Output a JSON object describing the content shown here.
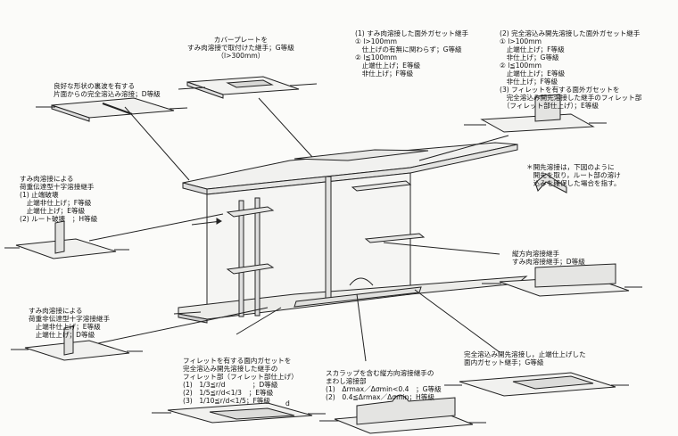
{
  "labels": {
    "cover_plate": [
      "カバープレートを",
      "すみ肉溶接で取付けた継手；G等級",
      "（l>300mm）"
    ],
    "backing_weld": [
      "良好な形状の裏波を有する",
      "片面からの完全溶込み溶接；D等級"
    ],
    "gusset_fillet": [
      "(1) すみ肉溶接した面外ガセット継手",
      "① l>100mm",
      "　仕上げの有無に関わらず；G等級",
      "② l≦100mm",
      "　止端仕上げ；E等級",
      "　非仕上げ；F等級"
    ],
    "gusset_groove": [
      "(2) 完全溶込み開先溶接した面外ガセット継手",
      "① l>100mm",
      "　止端仕上げ；F等級",
      "　非仕上げ；G等級",
      "② l≦100mm",
      "　止端仕上げ；E等級",
      "　非仕上げ；F等級",
      "(3) フィレットを有する面外ガセットを",
      "　完全溶込み開先溶接した継手のフィレット部",
      "　（フィレット部仕上げ）；E等級"
    ],
    "groove_note": [
      "＊開先溶接は，下図のように",
      "　開先を取り，ルート部の溶け",
      "　込みを確保した場合を指す。"
    ],
    "cruciform_load": [
      "すみ肉溶接による",
      "荷重伝達型十字溶接継手",
      "(1) 止端破壊",
      "　止端非仕上げ；F等級",
      "　止端仕上げ；E等級",
      "(2) ルート破壊　；H等級"
    ],
    "cruciform_nonload": [
      "すみ肉溶接による",
      "荷重非伝達型十字溶接継手",
      "　止端非仕上げ；E等級",
      "　止端仕上げ；D等級"
    ],
    "longitudinal": [
      "縦方向溶接継手",
      "すみ肉溶接継手；D等級"
    ],
    "fillet_gusset_inplane": [
      "フィレットを有する面内ガセットを",
      "完全溶込み開先溶接した継手の",
      "フィレット部（フィレット部仕上げ）",
      "(1)　1/3≦r/d　　　　；D等級",
      "(2)　1/5≦r/d<1/3　；E等級",
      "(3)　1/10≦r/d<1/5；F等級"
    ],
    "scallop": [
      "スカラップを含む縦方向溶接継手の",
      "まわし溶接部",
      "(1)　Δrmax／Δσmin<0.4　；G等級",
      "(2)　0.4≦Δrmax／Δσmin；H等級"
    ],
    "inplane_gusset": [
      "完全溶込み開先溶接し，止端仕上げした",
      "面内ガセット継手；G等級"
    ]
  },
  "dim_marks": {
    "d": "d"
  }
}
